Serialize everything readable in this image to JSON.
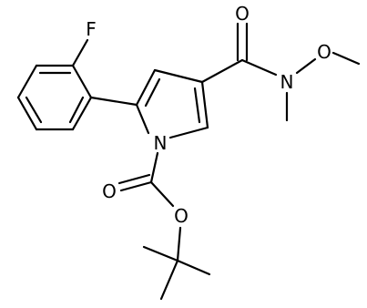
{
  "structure": {
    "atoms": [
      {
        "id": "F",
        "symbol": "F"
      },
      {
        "id": "N1",
        "symbol": "N"
      },
      {
        "id": "O_carbonyl_amide",
        "symbol": "O"
      },
      {
        "id": "N_amide",
        "symbol": "N"
      },
      {
        "id": "O_methoxy",
        "symbol": "O"
      },
      {
        "id": "O_carbonyl_ester",
        "symbol": "O"
      },
      {
        "id": "O_ester",
        "symbol": "O"
      }
    ]
  }
}
